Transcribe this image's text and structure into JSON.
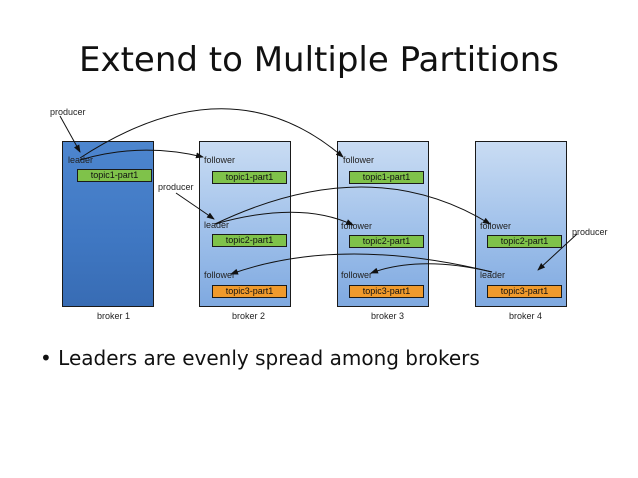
{
  "title": "Extend to Multiple Partitions",
  "producer_label": "producer",
  "roles": {
    "leader": "leader",
    "follower": "follower"
  },
  "partitions": {
    "p1": "topic1-part1",
    "p2": "topic2-part1",
    "p3": "topic3-part1"
  },
  "brokers": [
    "broker 1",
    "broker 2",
    "broker 3",
    "broker 4"
  ],
  "bullet": "Leaders are evenly spread among brokers",
  "colors": {
    "broker": "#3f77c2",
    "topic1": "#7fc24a",
    "topic2": "#7fc24a",
    "topic3": "#f09a2c"
  }
}
